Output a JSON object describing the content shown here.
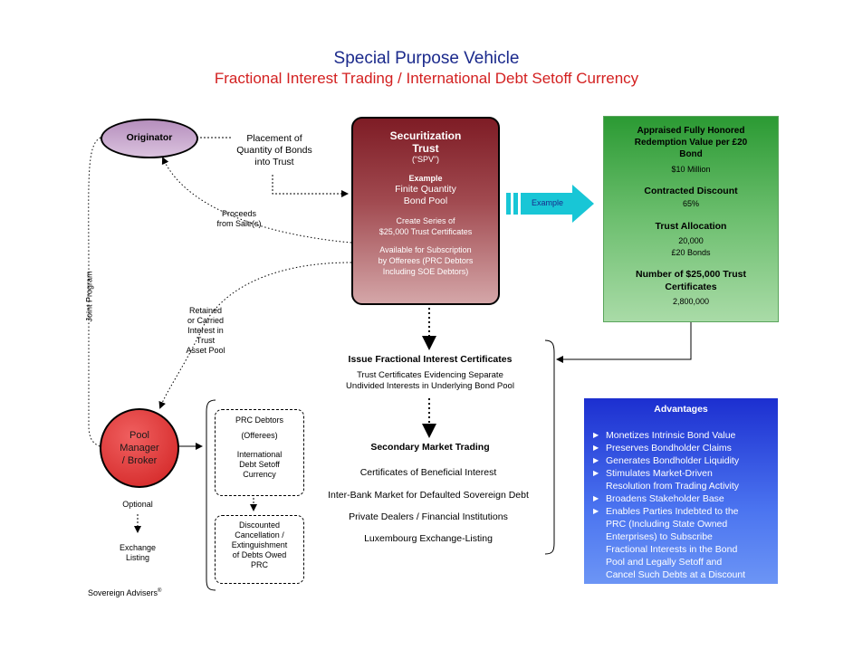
{
  "title": "Special Purpose Vehicle",
  "subtitle": "Fractional Interest Trading / International Debt Setoff Currency",
  "originator": "Originator",
  "placement": [
    "Placement of",
    "Quantity of Bonds",
    "into Trust"
  ],
  "proceeds": [
    "Proceeds",
    "from Sale(s)"
  ],
  "joint_program": "Joint Program",
  "retained": [
    "Retained",
    "or Carried",
    "Interest in",
    "Trust",
    "Asset Pool"
  ],
  "spv": {
    "title": "Securitization",
    "title2": "Trust",
    "abbrev": "(“SPV”)",
    "example_label": "Example",
    "finite": [
      "Finite Quantity",
      "Bond Pool"
    ],
    "series": [
      "Create Series of",
      "$25,000 Trust Certificates"
    ],
    "available": [
      "Available for Subscription",
      "by Offerees (PRC Debtors",
      "Including SOE Debtors)"
    ]
  },
  "example_arrow_label": "Example",
  "appraised": {
    "heading": [
      "Appraised Fully Honored",
      "Redemption Value per £20",
      "Bond"
    ],
    "value": "$10 Million",
    "discount_heading": "Contracted Discount",
    "discount_value": "65%",
    "allocation_heading": "Trust Allocation",
    "allocation_values": [
      "20,000",
      "£20 Bonds"
    ],
    "certs_heading": [
      "Number of $25,000 Trust",
      "Certificates"
    ],
    "certs_value": "2,800,000"
  },
  "issue": {
    "heading": "Issue Fractional Interest Certificates",
    "lines": [
      "Trust Certificates Evidencing Separate",
      "Undivided Interests in Underlying Bond Pool"
    ]
  },
  "secondary": {
    "heading": "Secondary Market Trading",
    "items": [
      "Certificates of Beneficial Interest",
      "Inter-Bank Market for Defaulted Sovereign Debt",
      "Private Dealers / Financial Institutions",
      "Luxembourg Exchange-Listing"
    ]
  },
  "prc": {
    "title": "PRC Debtors",
    "offerees": "(Offerees)",
    "intl": [
      "International",
      "Debt Setoff",
      "Currency"
    ],
    "discounted": [
      "Discounted",
      "Cancellation /",
      "Extinguishment",
      "of Debts Owed",
      "PRC"
    ]
  },
  "pool_manager": [
    "Pool",
    "Manager",
    "/ Broker"
  ],
  "optional": "Optional",
  "exchange": [
    "Exchange",
    "Listing"
  ],
  "advantages": {
    "heading": "Advantages",
    "items": [
      [
        "Monetizes Intrinsic Bond Value"
      ],
      [
        "Preserves Bondholder Claims"
      ],
      [
        "Generates Bondholder Liquidity"
      ],
      [
        "Stimulates Market-Driven",
        "Resolution from Trading Activity"
      ],
      [
        "Broadens Stakeholder Base"
      ],
      [
        "Enables Parties Indebted to the",
        "PRC (Including State Owned",
        "Enterprises) to Subscribe",
        "Fractional Interests in the Bond",
        "Pool and Legally Setoff and",
        "Cancel Such Debts at a Discount"
      ]
    ]
  },
  "footer": "Sovereign Advisers",
  "footer_mark": "®",
  "colors": {
    "title": "#1b2a8c",
    "subtitle": "#d32020",
    "spv": "#8b2a33",
    "green": "#4caf50",
    "blue": "#2f4fe0",
    "pool": "#d82828",
    "cyan_arrow": "#18c6d6"
  }
}
